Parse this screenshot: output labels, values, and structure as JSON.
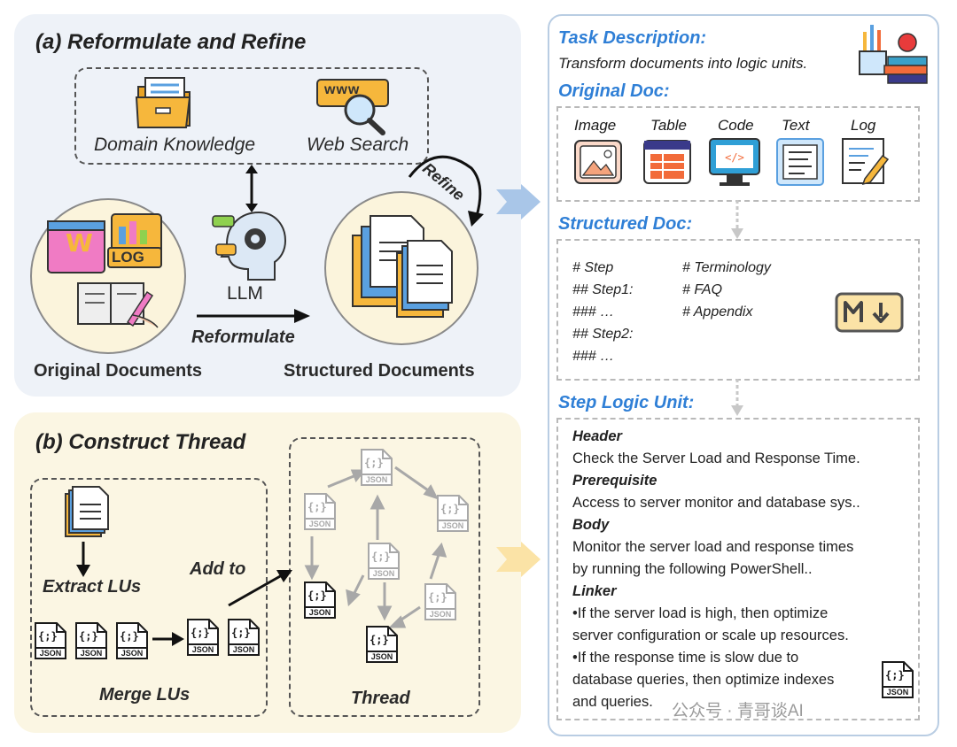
{
  "panel_a": {
    "title": "(a) Reformulate and Refine",
    "domain_knowledge": "Domain Knowledge",
    "web_search": "Web Search",
    "web_search_icon_text": "www",
    "llm": "LLM",
    "refine": "Refine",
    "reformulate": "Reformulate",
    "original_documents": "Original Documents",
    "structured_documents": "Structured Documents",
    "log_icon_text": "LOG",
    "word_icon_text": "W"
  },
  "panel_b": {
    "title": "(b) Construct Thread",
    "extract": "Extract LUs",
    "add_to": "Add to",
    "merge": "Merge LUs",
    "thread": "Thread",
    "json_label": "JSON",
    "json_braces": "{;}"
  },
  "right": {
    "task_heading": "Task Description:",
    "task_text": "Transform documents into logic units.",
    "original_heading": "Original Doc:",
    "doc_types": [
      "Image",
      "Table",
      "Code",
      "Text",
      "Log"
    ],
    "structured_heading": "Structured Doc:",
    "structured_col1": [
      "# Step",
      "## Step1:",
      "### …",
      "## Step2:",
      "### …"
    ],
    "structured_col2": [
      "# Terminology",
      "# FAQ",
      "# Appendix"
    ],
    "step_heading": "Step Logic Unit:",
    "header_label": "Header",
    "header_text": "Check the Server Load and Response Time.",
    "prereq_label": "Prerequisite",
    "prereq_text": "Access to server monitor and database sys..",
    "body_label": "Body",
    "body_text_1": "Monitor the server load and response times",
    "body_text_2": "by running the following PowerShell..",
    "linker_label": "Linker",
    "linker_1a": "•If the server load is high, then optimize",
    "linker_1b": "server configuration or scale up resources.",
    "linker_2a": "•If the response time is slow due to",
    "linker_2b": "database queries, then optimize indexes",
    "linker_2c": "and queries.",
    "watermark": "公众号 · 青哥谈AI"
  },
  "colors": {
    "blue_heading": "#2f7fd6",
    "panel_a_bg": "#eef2f8",
    "panel_b_bg": "#fbf6e3",
    "folder": "#f6b73c",
    "orange": "#f26b3a"
  }
}
